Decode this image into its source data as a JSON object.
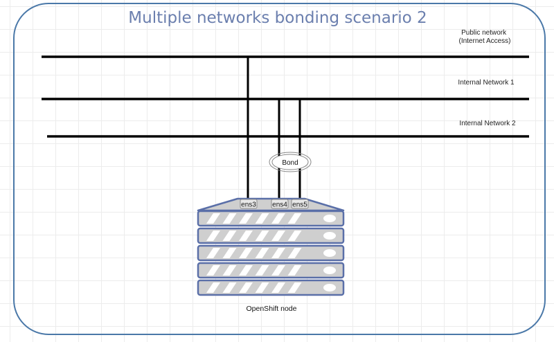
{
  "title": "Multiple networks bonding scenario 2",
  "networks": [
    {
      "id": "public",
      "label_lines": [
        "Public network",
        "(Internet Access)"
      ]
    },
    {
      "id": "internal1",
      "label_lines": [
        "Internal Network 1"
      ]
    },
    {
      "id": "internal2",
      "label_lines": [
        "Internal Network 2"
      ]
    }
  ],
  "bond": {
    "label": "Bond"
  },
  "interfaces": [
    {
      "name": "ens3",
      "network": "public"
    },
    {
      "name": "ens4",
      "network": "internal1"
    },
    {
      "name": "ens5",
      "network": "internal1"
    }
  ],
  "node": {
    "label": "OpenShift node",
    "rack_units": 5
  },
  "colors": {
    "frame": "#4a78a8",
    "title": "#6b7fae",
    "line": "#000000",
    "rack_fill": "#cfcfcf",
    "rack_stroke": "#5a6fa8",
    "stripe": "#ffffff"
  }
}
